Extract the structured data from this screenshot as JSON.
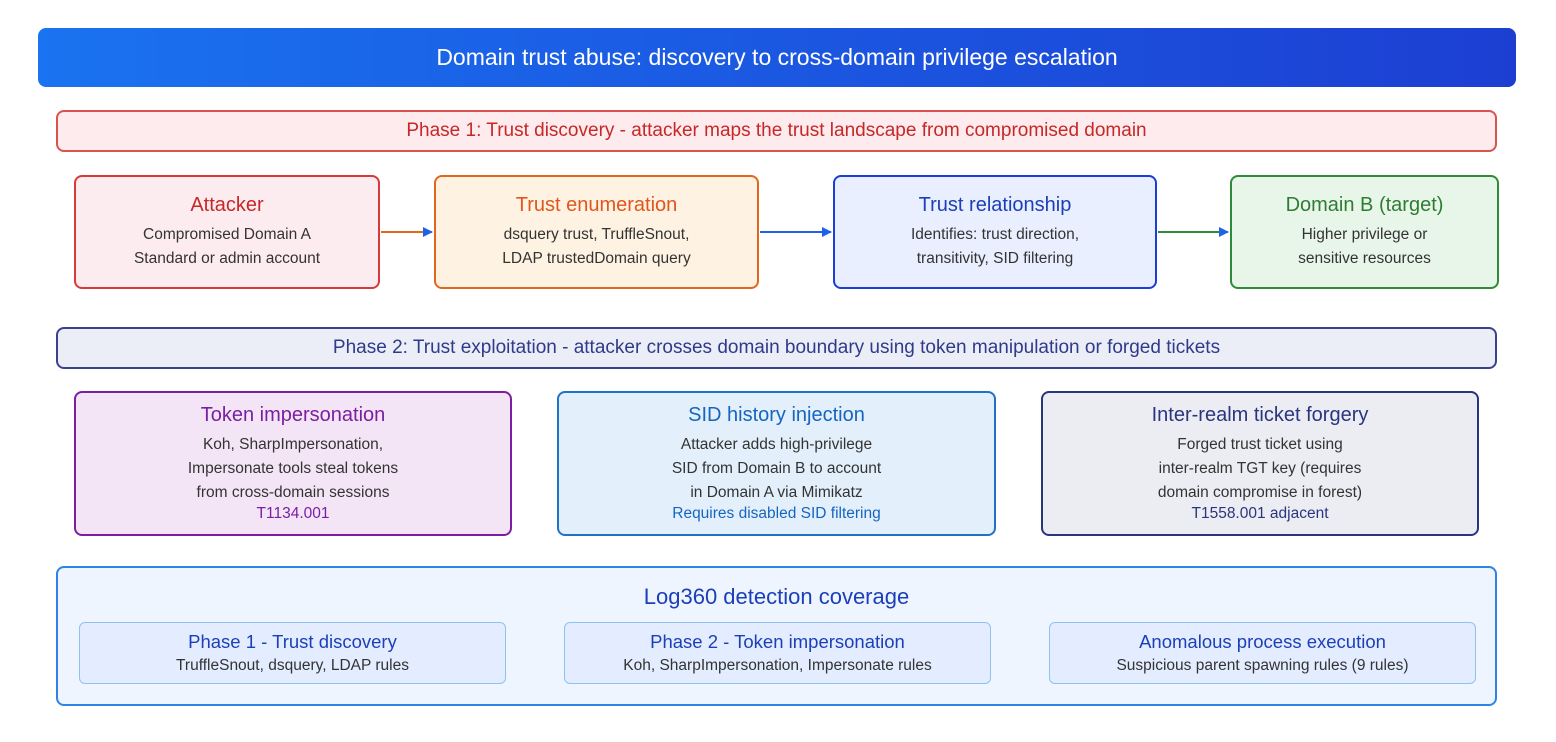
{
  "title": "Domain trust abuse: discovery to cross-domain privilege escalation",
  "phase1": {
    "banner": "Phase 1: Trust discovery - attacker maps the trust landscape from compromised domain",
    "nodes": [
      {
        "title": "Attacker",
        "lines": [
          "Compromised Domain A",
          "Standard or admin account"
        ]
      },
      {
        "title": "Trust enumeration",
        "lines": [
          "dsquery trust, TruffleSnout,",
          "LDAP trustedDomain query"
        ]
      },
      {
        "title": "Trust relationship",
        "lines": [
          "Identifies: trust direction,",
          "transitivity, SID filtering"
        ]
      },
      {
        "title": "Domain B (target)",
        "lines": [
          "Higher privilege or",
          "sensitive resources"
        ]
      }
    ]
  },
  "phase2": {
    "banner": "Phase 2: Trust exploitation - attacker crosses domain boundary using token manipulation or forged tickets",
    "nodes": [
      {
        "title": "Token impersonation",
        "lines": [
          "Koh, SharpImpersonation,",
          "Impersonate tools steal tokens",
          "from cross-domain sessions"
        ],
        "tag": "T1134.001"
      },
      {
        "title": "SID history injection",
        "lines": [
          "Attacker adds high-privilege",
          "SID from Domain B to account",
          "in Domain A via Mimikatz"
        ],
        "tag": "Requires disabled SID filtering"
      },
      {
        "title": "Inter-realm ticket forgery",
        "lines": [
          "Forged trust ticket using",
          "inter-realm TGT key (requires",
          "domain compromise in forest)"
        ],
        "tag": "T1558.001 adjacent"
      }
    ]
  },
  "coverage": {
    "title": "Log360 detection coverage",
    "cards": [
      {
        "title": "Phase 1 - Trust discovery",
        "desc": "TruffleSnout, dsquery, LDAP rules"
      },
      {
        "title": "Phase 2 - Token impersonation",
        "desc": "Koh, SharpImpersonation, Impersonate rules"
      },
      {
        "title": "Anomalous process execution",
        "desc": "Suspicious parent spawning rules (9 rules)"
      }
    ]
  },
  "colors": {
    "title_bar": "#1b55e0",
    "phase1": "#d9534f",
    "phase2": "#3a428f",
    "attacker": "#d63b3b",
    "enumeration": "#e2661f",
    "relationship": "#1b3fd6",
    "target": "#2e8b3a",
    "token": "#7b1fa2",
    "sid": "#1f73c6",
    "forgery": "#2a357f",
    "coverage": "#2e84e6"
  }
}
